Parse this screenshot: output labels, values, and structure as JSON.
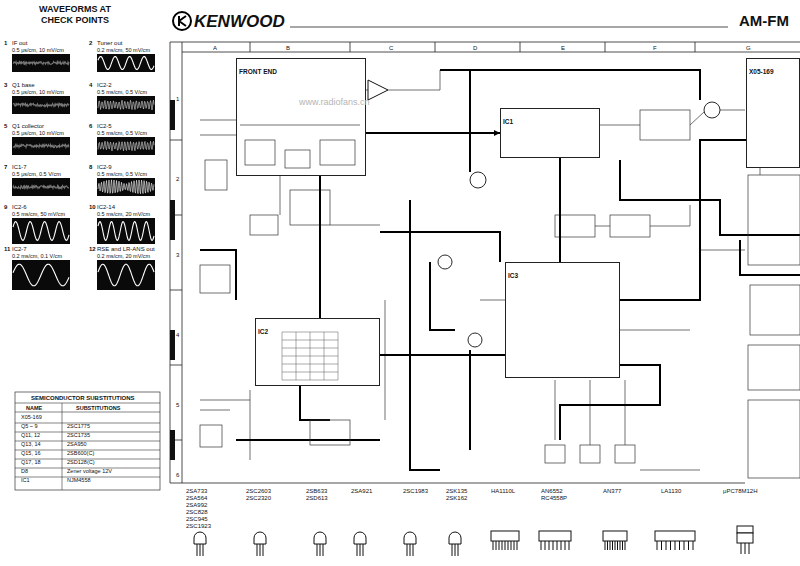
{
  "diagram": {
    "title": "WAVEFORMS AT CHECK POINTS",
    "nodes": [
      {
        "text": [
          "IF out",
          "0.5 μs/cm, 10 mV/cm"
        ]
      },
      {
        "text": [
          "Tuner out",
          "0.2 ms/cm, 50 mV/cm"
        ]
      },
      {
        "text": [
          "Q1 base",
          "0.5 μs/cm, 10 mV/cm"
        ]
      },
      {
        "text": [
          "IC2-2",
          "0.5 ms/cm, 0.5 V/cm"
        ]
      },
      {
        "text": [
          "Q1 collector",
          "0.5 μs/cm, 10 mV/cm"
        ]
      },
      {
        "text": [
          "IC2-5",
          "0.5 ms/cm, 0.5 V/cm"
        ]
      },
      {
        "text": [
          "IC1-7",
          "0.5 μs/cm, 0.5 V/cm"
        ]
      },
      {
        "text": [
          "IC2-9",
          "0.5 ms/cm, 0.5 V/cm"
        ]
      },
      {
        "text": [
          "IC2-6",
          "0.5 ms/cm, 50 mV/cm"
        ]
      },
      {
        "text": [
          "IC2-14",
          "0.5 ms/cm, 20 mV/cm"
        ]
      },
      {
        "text": [
          "IC2-7",
          "0.2 ms/cm, 0.1 V/cm"
        ]
      },
      {
        "text": [
          "RSE and LR-ANS out",
          "0.2 ms/cm, 20 mV/cm"
        ]
      },
      {
        "text": [
          "FRONT END"
        ]
      },
      {
        "text": [
          "IC1"
        ]
      },
      {
        "text": [
          "IC2"
        ]
      },
      {
        "text": [
          "IC3"
        ]
      },
      {
        "text": [
          "X05-169"
        ]
      }
    ],
    "edges": [
      {
        "from": 12,
        "to": 13,
        "arrow": "to"
      },
      {
        "from": 13,
        "to": 15,
        "arrow": "none"
      },
      {
        "from": 12,
        "to": 14,
        "arrow": "none"
      },
      {
        "from": 14,
        "to": 15,
        "arrow": "none"
      },
      {
        "from": 15,
        "to": 16,
        "arrow": "none"
      }
    ],
    "labels": [
      "KENWOOD",
      "AM-FM",
      "A",
      "B",
      "C",
      "D",
      "E",
      "F",
      "G",
      "1",
      "2",
      "3",
      "4",
      "5",
      "6",
      "1",
      "2",
      "3",
      "4",
      "5",
      "6",
      "7",
      "8",
      "9",
      "10",
      "11",
      "12",
      "SEMICONDUCTOR SUBSTITUTIONS",
      "NAME",
      "SUBSTITUTIONS",
      "X05-169",
      "Q5 ~ 9",
      "2SC1775",
      "Q11, 12",
      "2SC1735",
      "Q13, 14",
      "2SA950",
      "Q15, 16",
      "2SB600(C)",
      "Q17, 18",
      "2SD128(C)",
      "D8",
      "Zener voltage 12V",
      "IC1",
      "NJM4558",
      "2SA733",
      "2SA564",
      "2SA992",
      "2SC828",
      "2SC945",
      "2SC1923",
      "2SC2603",
      "2SC2320",
      "2SB633",
      "2SD613",
      "2SA921",
      "2SC1983",
      "2SK135",
      "2SK162",
      "HA1110L",
      "AN6552",
      "RC4558P",
      "AN377",
      "LA1130",
      "μPC78M12H",
      "www.radiofans.cn"
    ]
  }
}
